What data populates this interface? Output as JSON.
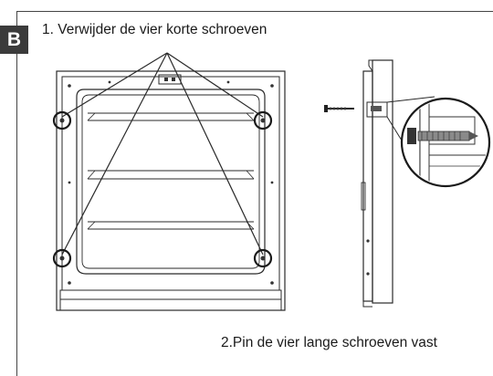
{
  "badge": "B",
  "step1": "1. Verwijder de vier korte schroeven",
  "step2": "2.Pin de vier lange schroeven vast"
}
